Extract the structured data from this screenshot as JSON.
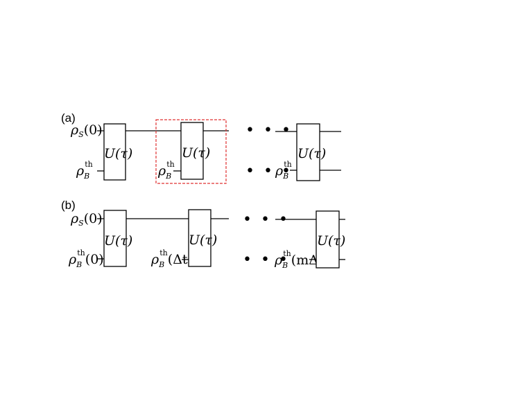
{
  "panel_a": {
    "label": "(a)",
    "system_input": {
      "rho": "ρ",
      "sub": "S",
      "arg": "(0)"
    },
    "bath_input": {
      "rho": "ρ",
      "sub": "B",
      "sup": "th"
    },
    "gate_label": "U(τ)",
    "ellipsis": "• • •",
    "highlight_color": "#e03030"
  },
  "panel_b": {
    "label": "(b)",
    "system_input": {
      "rho": "ρ",
      "sub": "S",
      "arg": "(0)"
    },
    "bath_input_1": {
      "rho": "ρ",
      "sub": "B",
      "sup": "th",
      "arg": "(0)"
    },
    "bath_input_2": {
      "rho": "ρ",
      "sub": "B",
      "sup": "th",
      "arg": "(Δt)"
    },
    "bath_input_3": {
      "rho": "ρ",
      "sub": "B",
      "sup": "th",
      "arg": "(mΔt)"
    },
    "gate_label": "U(τ)",
    "ellipsis": "• • •"
  }
}
